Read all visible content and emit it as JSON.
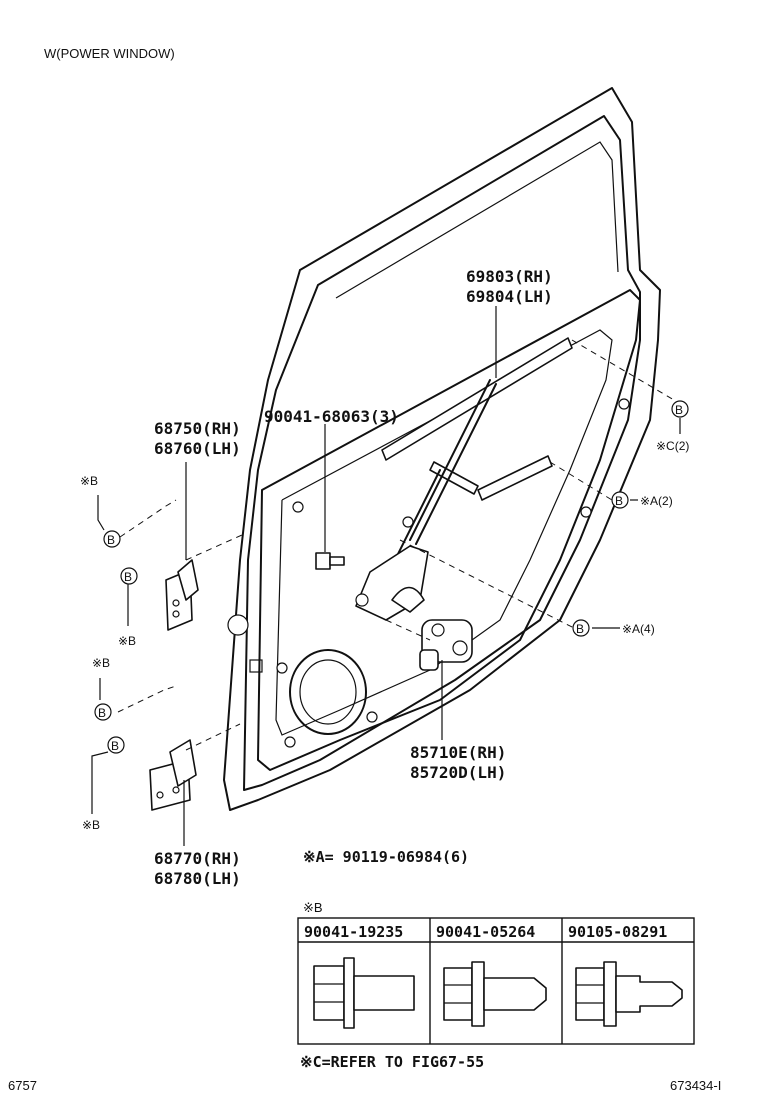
{
  "header": {
    "variant": "W(POWER WINDOW)"
  },
  "callouts": {
    "regulator_rh": "69803(RH)",
    "regulator_lh": "69804(LH)",
    "bolt": "90041-68063(3)",
    "upper_hinge_rh": "68750(RH)",
    "upper_hinge_lh": "68760(LH)",
    "motor_rh": "85710E(RH)",
    "motor_lh": "85720D(LH)",
    "lower_hinge_rh": "68770(RH)",
    "lower_hinge_lh": "68780(LH)"
  },
  "markers": {
    "circle_letter": "B",
    "note_b": "※B",
    "note_c2": "※C(2)",
    "note_a2": "※A(2)",
    "note_a4": "※A(4)"
  },
  "note_a": "※A= 90119-06984(6)",
  "bolt_table": {
    "title": "※B",
    "columns": [
      "90041-19235",
      "90041-05264",
      "90105-08291"
    ]
  },
  "note_c": "※C=REFER TO FIG67-55",
  "footer": {
    "figure_code": "6757",
    "illustration_id": "673434-I"
  }
}
